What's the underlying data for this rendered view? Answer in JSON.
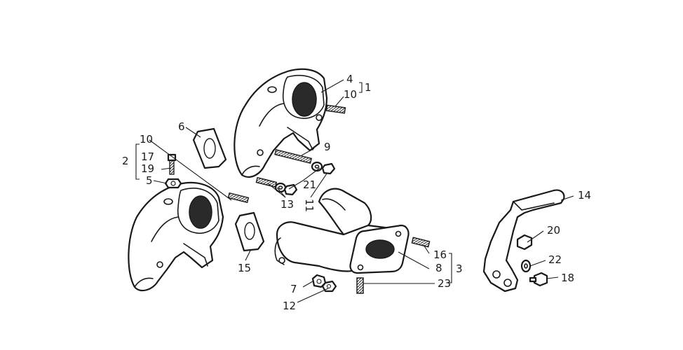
{
  "labels": {
    "l1": "1",
    "l2": "2",
    "l3": "3",
    "l4": "4",
    "l5": "5",
    "l6": "6",
    "l7": "7",
    "l8": "8",
    "l9": "9",
    "l10a": "10",
    "l10b": "10",
    "l11": "11",
    "l12": "12",
    "l13": "13",
    "l14": "14",
    "l15": "15",
    "l16": "16",
    "l17": "17",
    "l18": "18",
    "l19": "19",
    "l20": "20",
    "l21": "21",
    "l22": "22",
    "l23": "23"
  }
}
